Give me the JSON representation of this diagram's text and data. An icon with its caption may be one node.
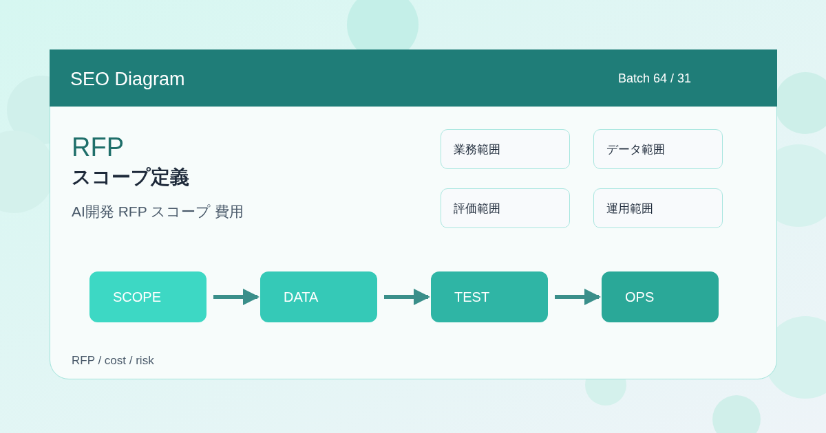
{
  "diagram": {
    "title": "SEO Diagram",
    "nodes": [
      {
        "text": [
          "業務範囲"
        ]
      },
      {
        "text": [
          "データ範囲"
        ]
      },
      {
        "text": [
          "評価範囲"
        ]
      },
      {
        "text": [
          "運用範囲"
        ]
      },
      {
        "text": [
          "SCOPE"
        ]
      },
      {
        "text": [
          "DATA"
        ]
      },
      {
        "text": [
          "TEST"
        ]
      },
      {
        "text": [
          "OPS"
        ]
      }
    ],
    "edges": [
      {
        "from": 4,
        "to": 5,
        "arrow": "to"
      },
      {
        "from": 5,
        "to": 6,
        "arrow": "to"
      },
      {
        "from": 6,
        "to": 7,
        "arrow": "to"
      }
    ],
    "labels": [
      "Batch 64 / 31",
      "RFP",
      "スコープ定義",
      "AI開発 RFP スコープ 費用",
      "RFP / cost / risk"
    ]
  }
}
